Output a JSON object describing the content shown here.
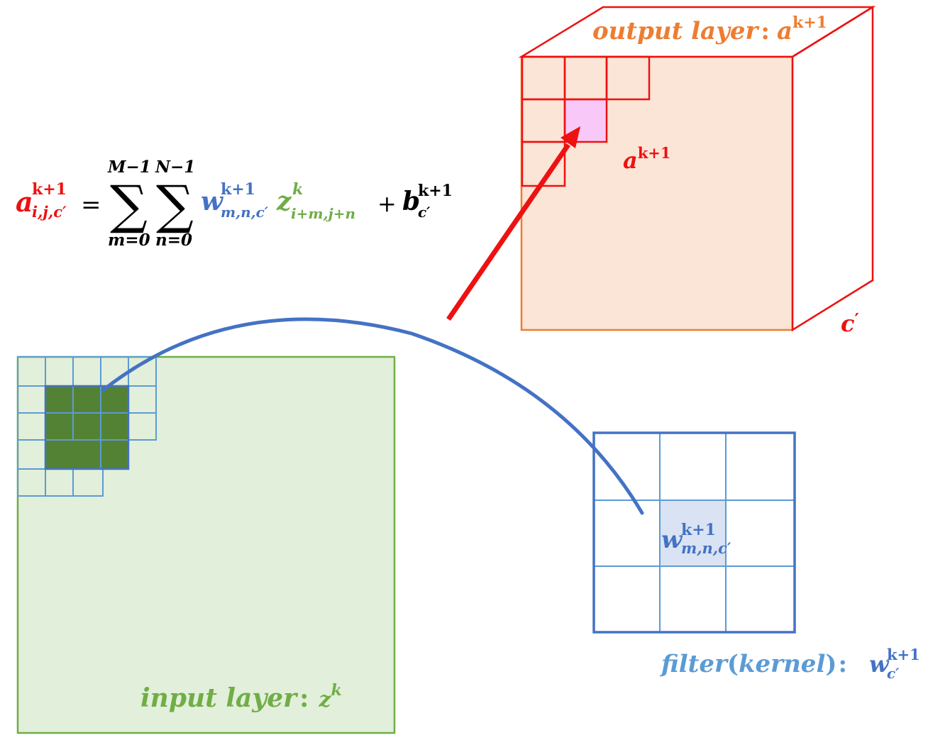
{
  "colors": {
    "red": "#ee1111",
    "orange": "#ed7d31",
    "blue": "#4472c4",
    "light_blue": "#5b9bd5",
    "green": "#70ad47",
    "dark_green": "#548235",
    "black": "#000000",
    "output_fill": "#fbe5d6",
    "input_fill": "#e2efda",
    "filter_cell_fill": "#dae3f3",
    "output_cell_fill": "#f8c8f8"
  },
  "output_layer": {
    "label": "output layer",
    "colon": ":",
    "var": "a",
    "sup": "k+1",
    "channel": "c",
    "prime": "′",
    "cell_label": {
      "base": "a",
      "sup": "k+1"
    }
  },
  "input_layer": {
    "label": "input layer",
    "colon": ":",
    "var": "z",
    "sup": "k"
  },
  "filter": {
    "label": "filter",
    "paren_open": "(",
    "kernel": "kernel",
    "paren_close": ")",
    "colon": ":",
    "var": "w",
    "sup": "k+1",
    "sub": "c′",
    "cell_label": {
      "base": "w",
      "sup": "k+1",
      "sub": "m,n,c′"
    }
  },
  "formula": {
    "lhs": {
      "base": "a",
      "sup": "k+1",
      "sub": "i,j,c′"
    },
    "equals": "=",
    "sum1": {
      "symbol": "∑",
      "upper": "M−1",
      "lower": "m=0"
    },
    "sum2": {
      "symbol": "∑",
      "upper": "N−1",
      "lower": "n=0"
    },
    "weight": {
      "base": "w",
      "sup": "k+1",
      "sub": "m,n,c′"
    },
    "input": {
      "base": "z",
      "sup": "k",
      "sub": "i+m,j+n"
    },
    "plus": "+",
    "bias": {
      "base": "b",
      "sup": "k+1",
      "sub": "c′"
    }
  }
}
